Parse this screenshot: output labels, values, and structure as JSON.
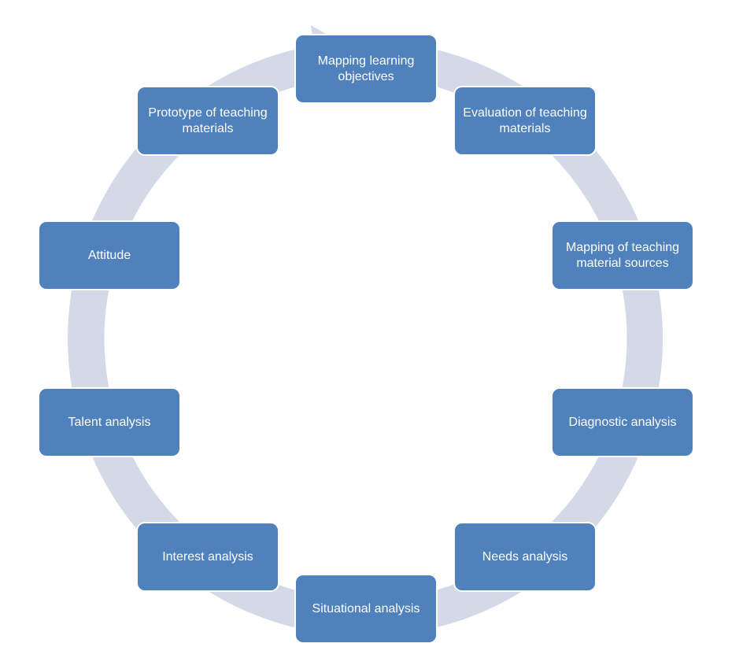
{
  "diagram": {
    "type": "cycle",
    "colors": {
      "node_fill": "#4f81bd",
      "node_text": "#ffffff",
      "arrow_fill": "#d3d9e7"
    },
    "nodes": [
      {
        "label": "Mapping learning objectives"
      },
      {
        "label": "Evaluation of teaching materials"
      },
      {
        "label": "Mapping of teaching material sources"
      },
      {
        "label": "Diagnostic analysis"
      },
      {
        "label": "Needs analysis"
      },
      {
        "label": "Situational analysis"
      },
      {
        "label": "Interest analysis"
      },
      {
        "label": "Talent analysis"
      },
      {
        "label": "Attitude"
      },
      {
        "label": "Prototype of teaching materials"
      }
    ]
  }
}
